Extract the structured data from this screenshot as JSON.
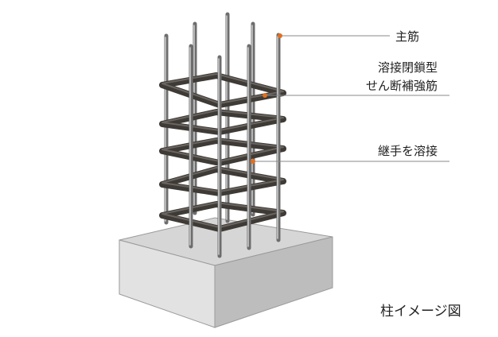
{
  "labels": {
    "main_rebar": "主筋",
    "hoop_line1": "溶接閉鎖型",
    "hoop_line2": "せん断補強筋",
    "joint_welding": "継手を溶接",
    "caption": "柱イメージ図"
  },
  "colors": {
    "leader_dot": "#e07020",
    "leader_line": "#8a8a8a",
    "rebar": "#6d6d6d",
    "hoop": "#3e3a36",
    "concrete_top": "#d6d6d6",
    "concrete_front": "#e2e2e2",
    "concrete_side": "#bdbdbd"
  }
}
